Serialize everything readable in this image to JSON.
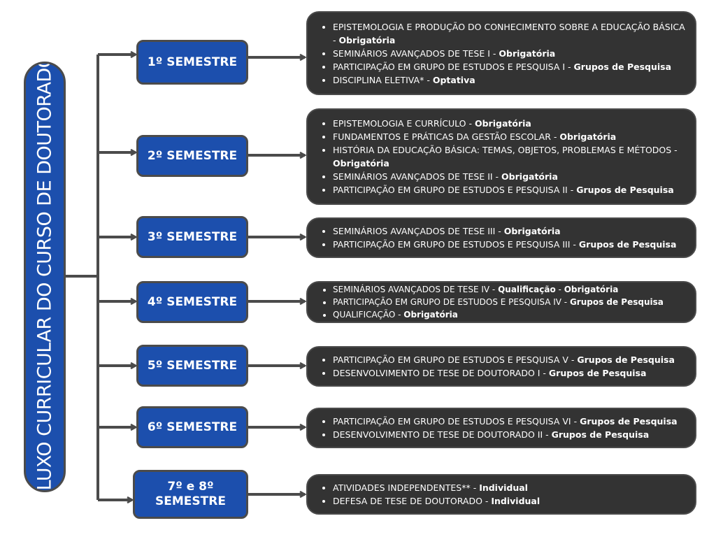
{
  "main_title": "FLUXO CURRICULAR DO CURSO DE DOUTORADO",
  "colors": {
    "semester_box": "#1c4fad",
    "course_box": "#333333",
    "connector": "#4b4b4b",
    "text": "#ffffff"
  },
  "semesters": [
    {
      "label": "1º SEMESTRE",
      "courses": [
        {
          "name": "EPISTEMOLOGIA E PRODUÇÃO DO CONHECIMENTO SOBRE A EDUCAÇÃO BÁSICA - ",
          "type": "Obrigatória"
        },
        {
          "name": "SEMINÁRIOS AVANÇADOS DE TESE I  - ",
          "type": "Obrigatória"
        },
        {
          "name": "PARTICIPAÇÃO EM GRUPO DE ESTUDOS E PESQUISA I - ",
          "type": "Grupos de Pesquisa"
        },
        {
          "name": "DISCIPLINA ELETIVA*  - ",
          "type": "Optativa"
        }
      ]
    },
    {
      "label": "2º SEMESTRE",
      "courses": [
        {
          "name": "EPISTEMOLOGIA E CURRÍCULO - ",
          "type": "Obrigatória"
        },
        {
          "name": "FUNDAMENTOS E PRÁTICAS DA GESTÃO ESCOLAR  - ",
          "type": "Obrigatória"
        },
        {
          "name": "HISTÓRIA DA EDUCAÇÃO BÁSICA: TEMAS, OBJETOS, PROBLEMAS E MÉTODOS - ",
          "type": "Obrigatória"
        },
        {
          "name": "SEMINÁRIOS AVANÇADOS DE TESE II - ",
          "type": "Obrigatória"
        },
        {
          "name": "PARTICIPAÇÃO EM GRUPO DE ESTUDOS E PESQUISA II  - ",
          "type": "Grupos de Pesquisa"
        }
      ]
    },
    {
      "label": "3º SEMESTRE",
      "courses": [
        {
          "name": "SEMINÁRIOS AVANÇADOS DE TESE III - ",
          "type": "Obrigatória"
        },
        {
          "name": "PARTICIPAÇÃO EM GRUPO DE ESTUDOS E PESQUISA III  - ",
          "type": "Grupos de Pesquisa"
        }
      ]
    },
    {
      "label": "4º SEMESTRE",
      "courses": [
        {
          "name": "SEMINÁRIOS AVANÇADOS DE TESE IV - ",
          "type": "Qualificação",
          "type2": "Obrigatória"
        },
        {
          "name": "PARTICIPAÇÃO EM GRUPO DE ESTUDOS E PESQUISA IV  - ",
          "type": "Grupos de Pesquisa"
        },
        {
          "name": "QUALIFICAÇÃO - ",
          "type": "Obrigatória"
        }
      ]
    },
    {
      "label": "5º SEMESTRE",
      "courses": [
        {
          "name": "PARTICIPAÇÃO EM GRUPO DE ESTUDOS E PESQUISA V - ",
          "type": "Grupos de Pesquisa"
        },
        {
          "name": "DESENVOLVIMENTO DE TESE DE DOUTORADO I - ",
          "type": "Grupos de Pesquisa"
        }
      ]
    },
    {
      "label": "6º SEMESTRE",
      "courses": [
        {
          "name": "PARTICIPAÇÃO EM GRUPO DE ESTUDOS E PESQUISA VI - ",
          "type": "Grupos de Pesquisa"
        },
        {
          "name": "DESENVOLVIMENTO DE TESE DE DOUTORADO II - ",
          "type": "Grupos de Pesquisa"
        }
      ]
    },
    {
      "label_line1": "7º e 8º",
      "label_line2": "SEMESTRE",
      "courses": [
        {
          "name": "ATIVIDADES INDEPENDENTES** - ",
          "type": "Individual"
        },
        {
          "name": "DEFESA DE TESE DE DOUTORADO  - ",
          "type": "Individual"
        }
      ]
    }
  ]
}
